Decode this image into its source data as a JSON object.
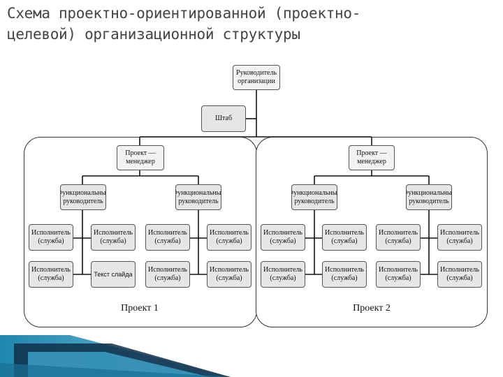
{
  "title": "Схема проектно-ориентированной (проектно-целевой) организационной структуры",
  "top": {
    "head": "Руководитель организации",
    "staff": "Штаб"
  },
  "projects": [
    {
      "label": "Проект 1",
      "manager": "Проект — менеджер",
      "func_left": "Функциональный руководитель",
      "func_right": "Функциональный руководитель",
      "rows": [
        [
          "Исполнитель (служба)",
          "Исполнитель (служба)",
          "Исполнитель (служба)",
          "Исполнитель (служба)"
        ],
        [
          "Исполнитель (служба)",
          "Текст слайда",
          "Исполнитель (служба)",
          "Исполнитель (служба)"
        ]
      ]
    },
    {
      "label": "Проект 2",
      "manager": "Проект — менеджер",
      "func_left": "Функциональный руководитель",
      "func_right": "Функциональный руководитель",
      "rows": [
        [
          "Исполнитель (служба)",
          "Исполнитель (служба)",
          "Исполнитель (служба)",
          "Исполнитель (служба)"
        ],
        [
          "Исполнитель (служба)",
          "Исполнитель (служба)",
          "Исполнитель (служба)",
          "Исполнитель (служба)"
        ]
      ]
    }
  ],
  "colors": {
    "box_fill": "#e6e6e6",
    "line": "#111111",
    "title_text": "#444444",
    "decor_teal": "#2a8fb3"
  }
}
